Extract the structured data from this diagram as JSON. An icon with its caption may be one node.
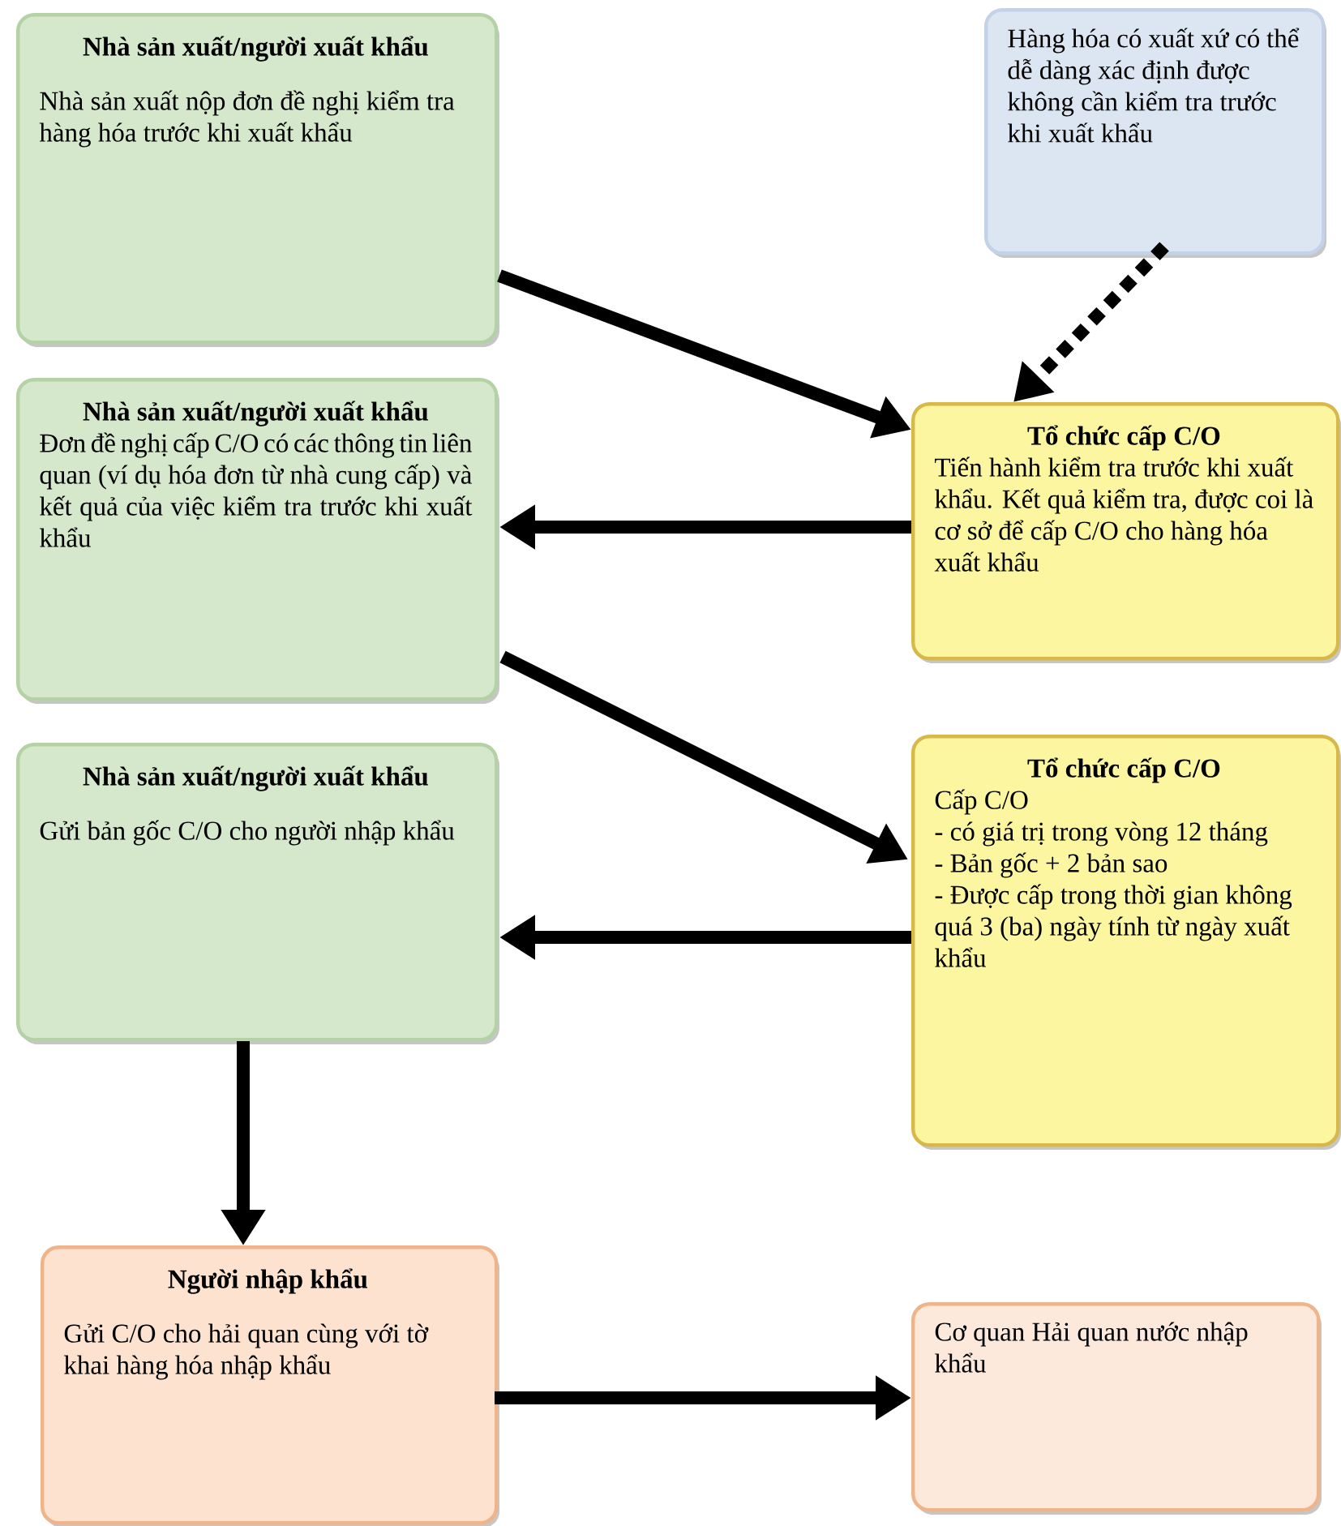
{
  "diagram": {
    "nodes": [
      {
        "text": [
          "Nhà sản xuất/người xuất khẩu",
          "Nhà sản xuất nộp đơn đề nghị kiểm tra hàng hóa trước khi xuất khẩu"
        ]
      },
      {
        "text": [
          "Hàng hóa có xuất xứ có thể dễ dàng xác định được không cần kiểm tra trước khi xuất khẩu"
        ]
      },
      {
        "text": [
          "Nhà sản xuất/người xuất khẩu",
          "Đơn đề nghị cấp C/O có các thông tin liên quan (ví dụ hóa đơn từ nhà cung cấp) và kết quả của việc kiểm tra trước khi xuất khẩu"
        ]
      },
      {
        "text": [
          "Tổ chức cấp C/O",
          "Tiến hành kiểm tra trước khi xuất khẩu. Kết quả kiểm tra, được coi là cơ sở để cấp C/O cho hàng hóa xuất khẩu"
        ]
      },
      {
        "text": [
          "Nhà sản xuất/người xuất khẩu",
          "Gửi bản gốc C/O cho người nhập khẩu"
        ]
      },
      {
        "text": [
          "Tổ chức cấp C/O",
          "Cấp C/O",
          "- có giá trị trong vòng 12 tháng",
          "- Bản gốc + 2 bản sao",
          "- Được cấp trong thời gian không quá 3 (ba) ngày tính từ ngày xuất khẩu"
        ]
      },
      {
        "text": [
          "Người nhập khẩu",
          "Gửi C/O cho hải quan cùng với tờ khai hàng hóa nhập khẩu"
        ]
      },
      {
        "text": [
          "Cơ quan Hải quan nước nhập khẩu"
        ]
      }
    ],
    "edges": [
      {
        "from": 0,
        "to": 3,
        "arrow": "to"
      },
      {
        "from": 1,
        "to": 3,
        "arrow": "to",
        "style": "dashed"
      },
      {
        "from": 3,
        "to": 2,
        "arrow": "to"
      },
      {
        "from": 2,
        "to": 5,
        "arrow": "to"
      },
      {
        "from": 5,
        "to": 4,
        "arrow": "to"
      },
      {
        "from": 4,
        "to": 6,
        "arrow": "to"
      },
      {
        "from": 6,
        "to": 7,
        "arrow": "to"
      }
    ]
  }
}
